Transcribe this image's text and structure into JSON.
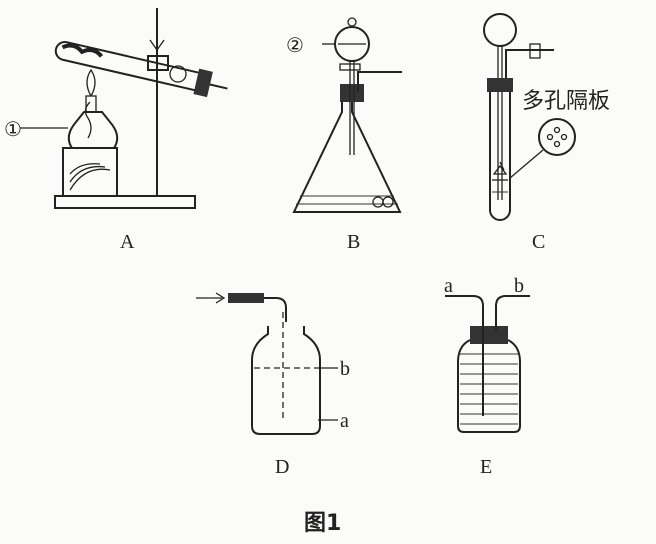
{
  "figure": {
    "caption": "图1",
    "labels": {
      "A": "A",
      "B": "B",
      "C": "C",
      "D": "D",
      "E": "E",
      "marker1": "①",
      "marker2": "②",
      "porous_plate": "多孔隔板",
      "D_a": "a",
      "D_b": "b",
      "E_a": "a",
      "E_b": "b"
    }
  }
}
